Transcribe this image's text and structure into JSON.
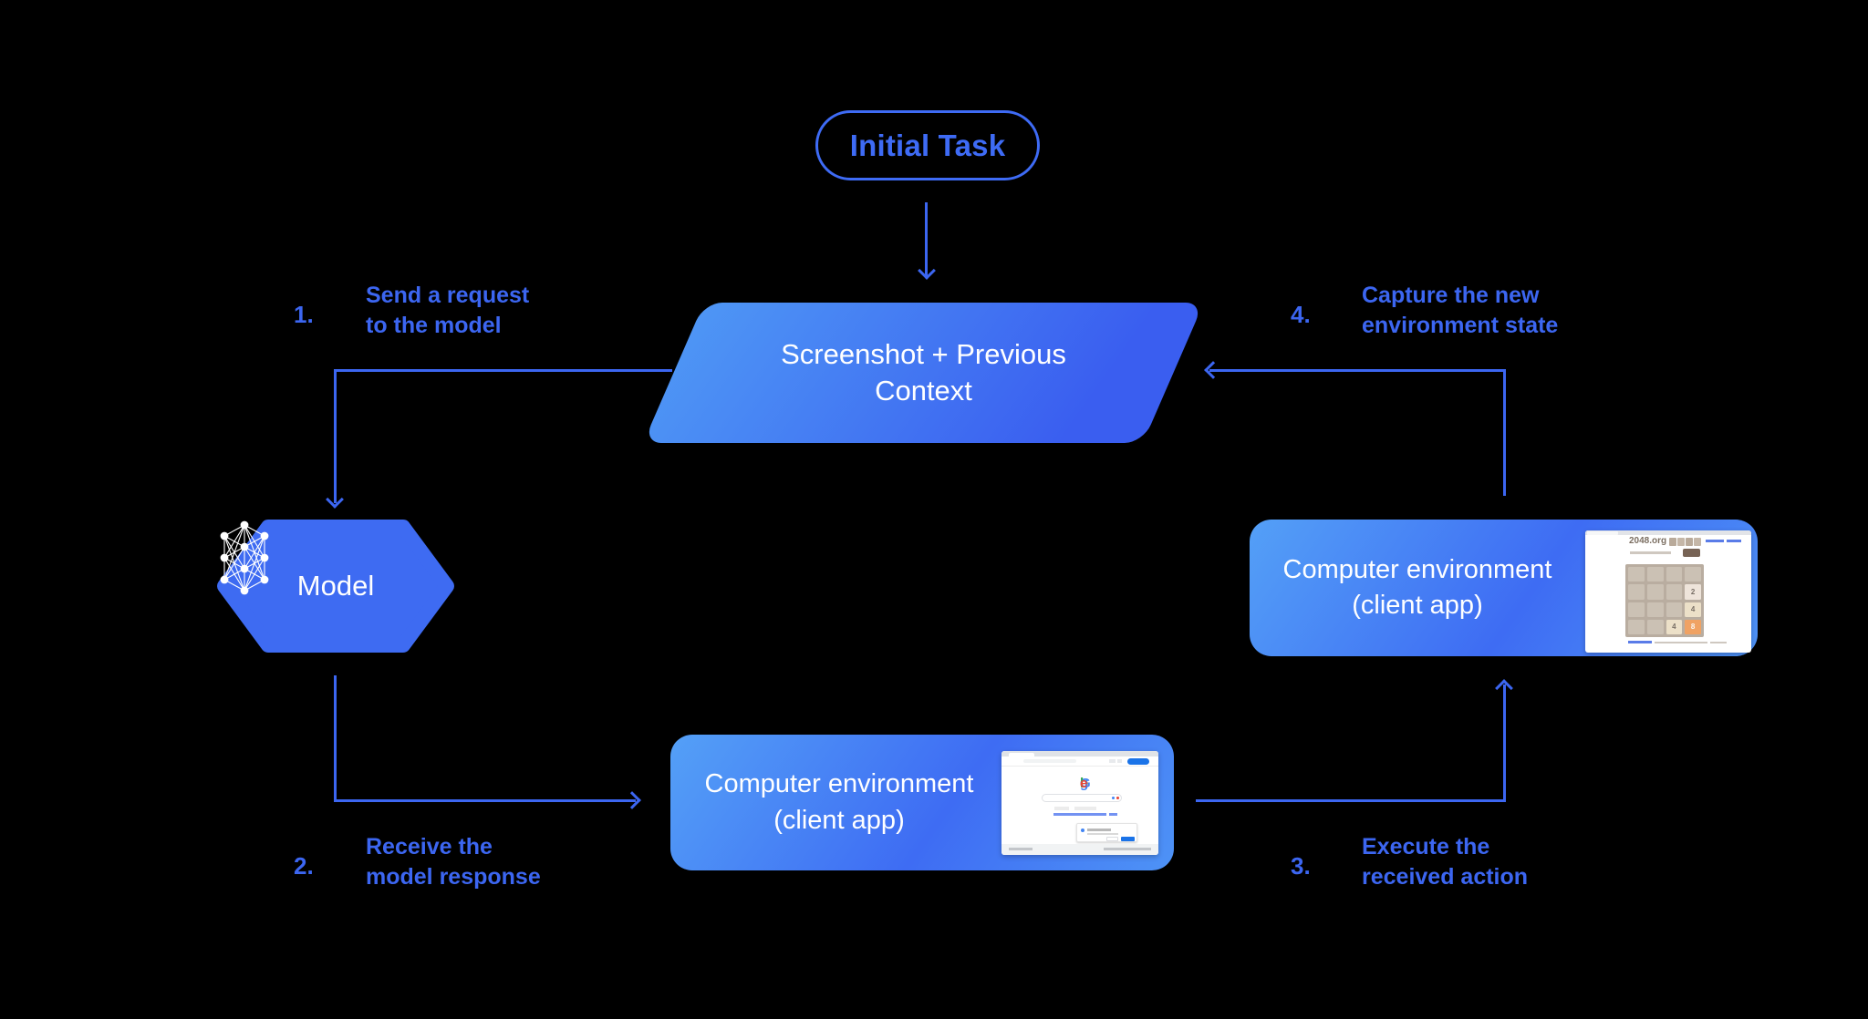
{
  "nodes": {
    "initial_task": {
      "label": "Initial Task"
    },
    "context": {
      "line1": "Screenshot + Previous",
      "line2": "Context"
    },
    "model": {
      "label": "Model"
    },
    "env_bottom": {
      "line1": "Computer environment",
      "line2": "(client app)"
    },
    "env_right": {
      "line1": "Computer environment",
      "line2": "(client app)"
    }
  },
  "steps": [
    {
      "num": "1.",
      "line1": "Send a request",
      "line2": "to the model"
    },
    {
      "num": "2.",
      "line1": "Receive the",
      "line2": "model response"
    },
    {
      "num": "3.",
      "line1": "Execute the",
      "line2": "received action"
    },
    {
      "num": "4.",
      "line1": "Capture the new",
      "line2": "environment state"
    }
  ],
  "mini_google": {
    "letters": [
      "G",
      "o",
      "o",
      "g",
      "l",
      "e"
    ]
  },
  "mini_2048": {
    "site": "2048.org",
    "tiles": [
      "2",
      "4",
      "4",
      "8"
    ]
  },
  "colors": {
    "background": "#000000",
    "accent_blue": "#3C66F1",
    "pill_outline": "#3E6BF5",
    "node_gradient": [
      "#54A0F7",
      "#3E6CF3"
    ],
    "parallelogram_gradient": [
      "#4E96F5",
      "#3A5EF0"
    ],
    "google_logo": [
      "#4285F4",
      "#EA4335",
      "#FBBC05",
      "#34A853"
    ],
    "tile_2": "#eee4da",
    "tile_4": "#ece0c8",
    "tile_8": "#f0a263"
  }
}
